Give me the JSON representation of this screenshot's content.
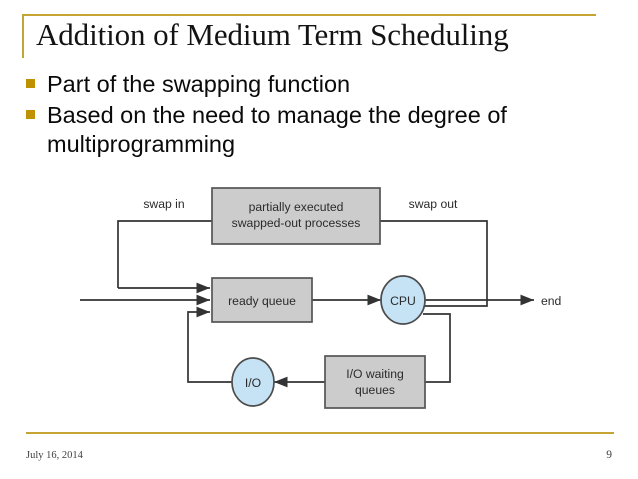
{
  "slide": {
    "title": "Addition of Medium Term Scheduling",
    "bullets": [
      "Part of the swapping function",
      "Based on the need to manage the degree of multiprogramming"
    ],
    "accent_color": "#c6a434",
    "bullet_color": "#bf9000"
  },
  "footer": {
    "date": "July 16, 2014",
    "page_number": "9"
  },
  "diagram": {
    "type": "flowchart",
    "title": "medium term scheduling / swapping flow",
    "box_fill": "#cccccc",
    "box_stroke": "#555555",
    "node_fill": "#c5e3f5",
    "node_stroke": "#4d4d4d",
    "line_color": "#333333",
    "boxes": [
      {
        "id": "swapped",
        "label_line1": "partially executed",
        "label_line2": "swapped-out processes"
      },
      {
        "id": "ready",
        "label_line1": "ready queue",
        "label_line2": ""
      },
      {
        "id": "iowait",
        "label_line1": "I/O waiting",
        "label_line2": "queues"
      }
    ],
    "nodes": [
      {
        "id": "cpu",
        "label": "CPU",
        "shape": "ellipse"
      },
      {
        "id": "io",
        "label": "I/O",
        "shape": "ellipse"
      }
    ],
    "edge_labels": [
      {
        "id": "swap-in",
        "label": "swap in"
      },
      {
        "id": "swap-out",
        "label": "swap out"
      },
      {
        "id": "end",
        "label": "end"
      }
    ]
  }
}
